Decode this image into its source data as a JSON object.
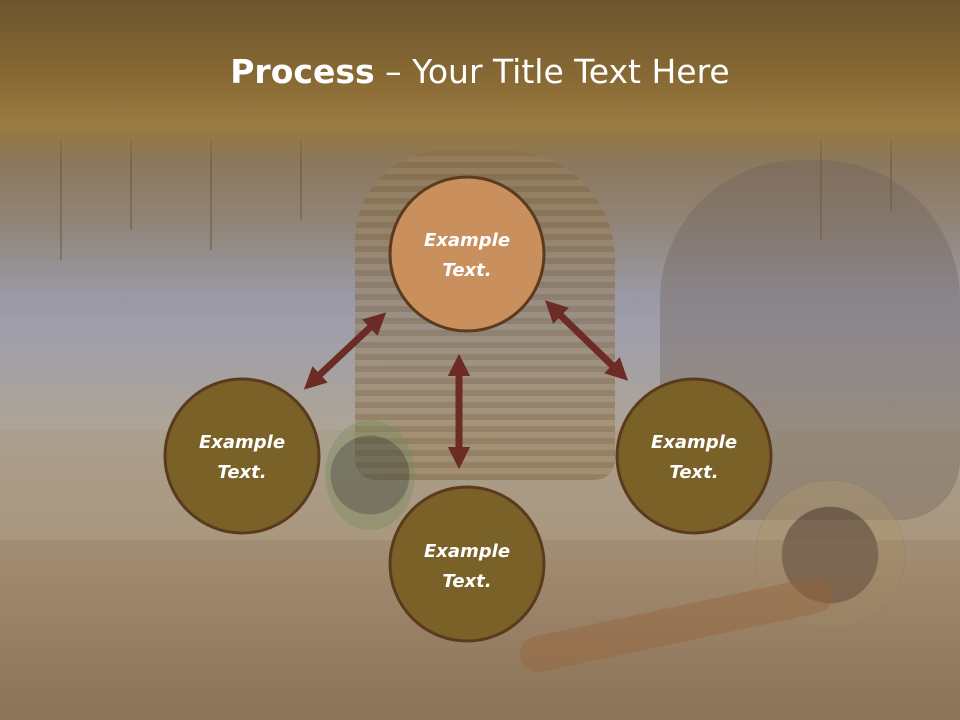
{
  "title": {
    "bold": "Process",
    "dash": " – ",
    "rest": "Your Title Text Here"
  },
  "nodes": [
    {
      "line1": "Example",
      "line2": "Text.",
      "color": "#c9905e"
    },
    {
      "line1": "Example",
      "line2": "Text.",
      "color": "#7a6128"
    },
    {
      "line1": "Example",
      "line2": "Text.",
      "color": "#7a6128"
    },
    {
      "line1": "Example",
      "line2": "Text.",
      "color": "#7a6128"
    }
  ],
  "colors": {
    "node_border": "#5b3a1d",
    "arrow": "#6d2b26",
    "header": "#8a6b35"
  }
}
